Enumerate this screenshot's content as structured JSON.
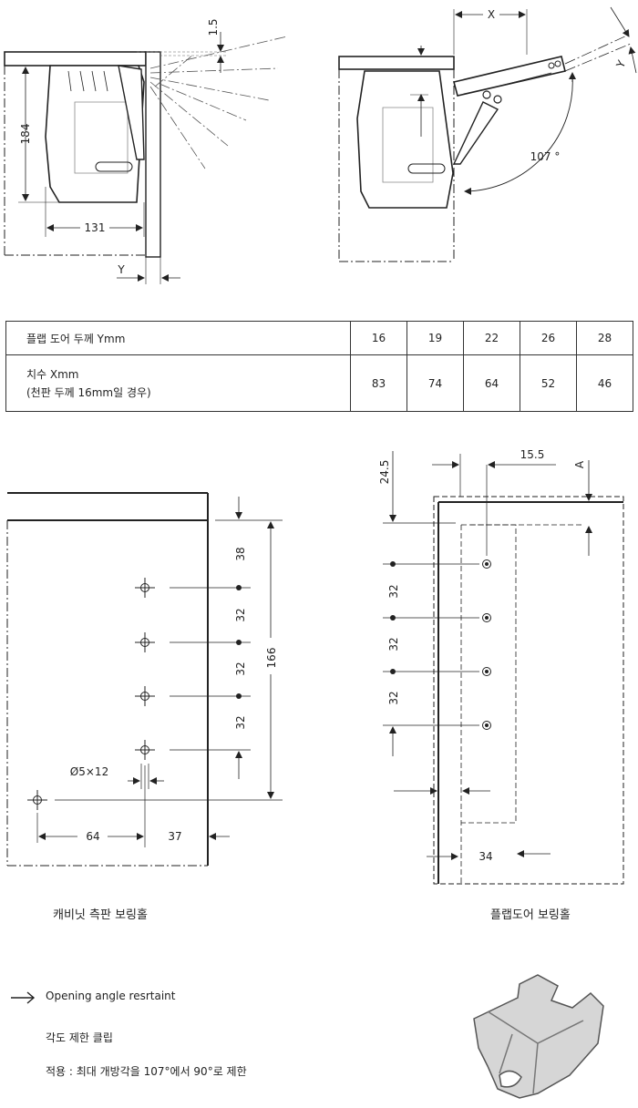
{
  "top_left": {
    "dim_thickness": "1.5",
    "dim_height": "184",
    "dim_width": "131",
    "dim_y": "Y"
  },
  "top_right": {
    "dim_x": "X",
    "dim_y": "Y",
    "angle": "107 °"
  },
  "table": {
    "row1_label": "플랩 도어 두께 Ymm",
    "row1_values": [
      "16",
      "19",
      "22",
      "26",
      "28"
    ],
    "row2_label_line1": "치수 Xmm",
    "row2_label_line2": "(천판 두께 16mm일 경우)",
    "row2_values": [
      "83",
      "74",
      "64",
      "52",
      "46"
    ]
  },
  "bottom_left": {
    "dim_38": "38",
    "dim_32a": "32",
    "dim_32b": "32",
    "dim_32c": "32",
    "dim_166": "166",
    "dim_hole": "Ø5×12",
    "dim_64": "64",
    "dim_37": "37",
    "caption": "캐비닛 측판 보링홀"
  },
  "bottom_right": {
    "dim_24_5": "24.5",
    "dim_15_5": "15.5",
    "dim_a": "A",
    "dim_32a": "32",
    "dim_32b": "32",
    "dim_32c": "32",
    "dim_34": "34",
    "caption": "플랩도어 보링홀"
  },
  "legend": {
    "arrow_label": "Opening angle resrtaint",
    "clip_name": "각도 제한 클립",
    "application": "적용 : 최대 개방각을 107°에서 90°로 제한"
  }
}
